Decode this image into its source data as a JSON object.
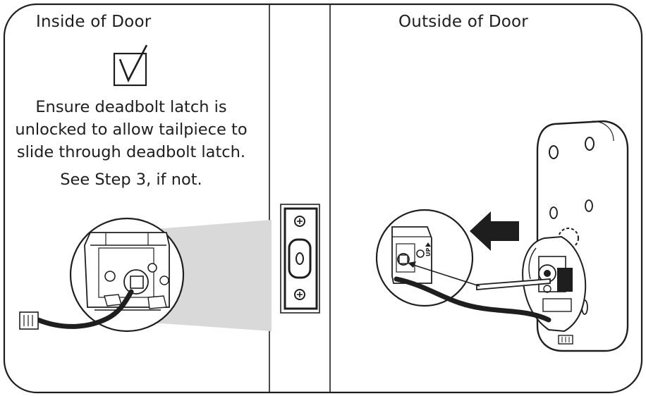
{
  "panels": {
    "inside_title": "Inside of Door",
    "outside_title": "Outside of Door"
  },
  "instructions": {
    "line1": "Ensure deadbolt latch is",
    "line2": "unlocked to allow tailpiece to",
    "line3": "slide through deadbolt latch.",
    "note": "See Step 3, if not."
  },
  "icons": {
    "check": "checkbox-checkmark-icon",
    "arrow": "left-arrow-icon"
  }
}
